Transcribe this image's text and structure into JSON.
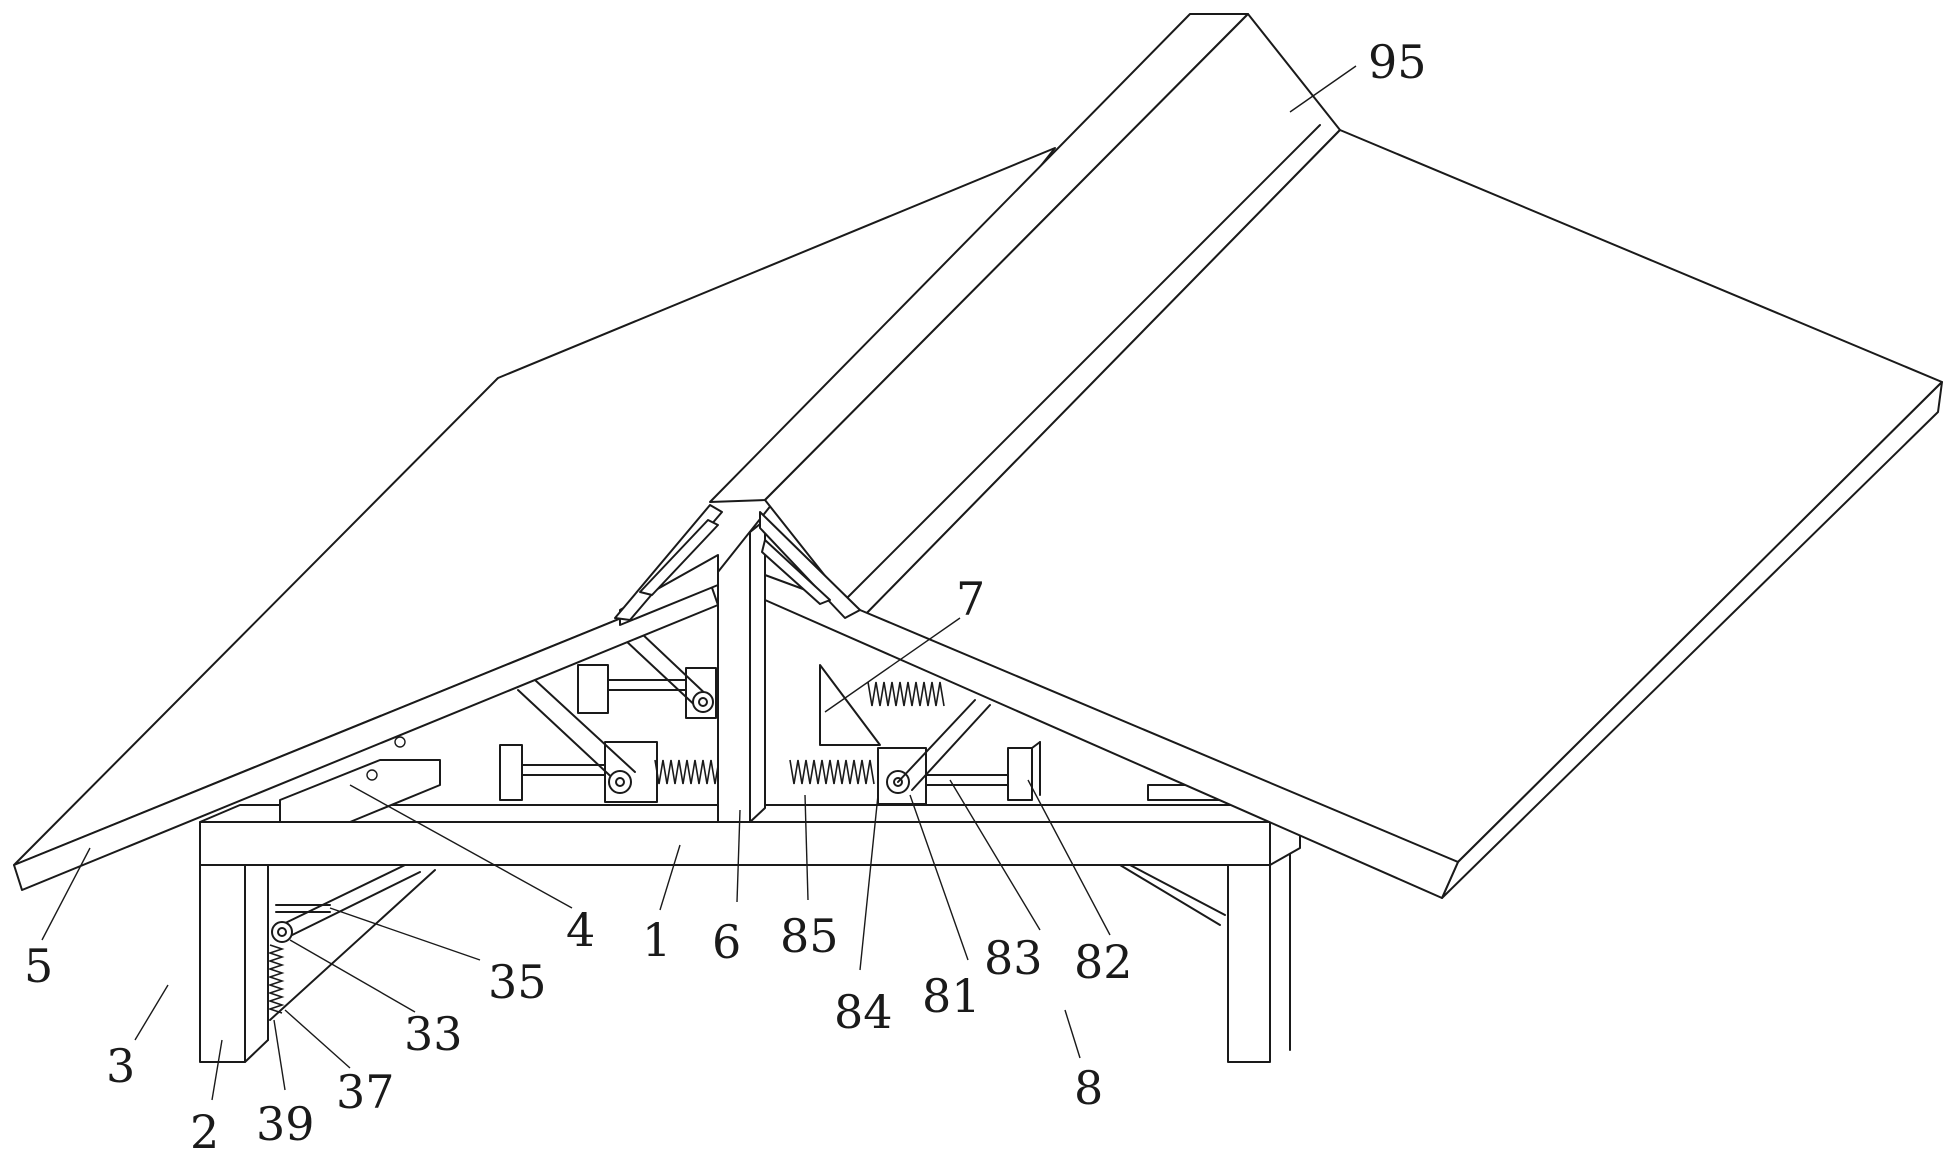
{
  "figure": {
    "labels": [
      {
        "id": "95",
        "text": "95"
      },
      {
        "id": "7",
        "text": "7"
      },
      {
        "id": "5",
        "text": "5"
      },
      {
        "id": "4",
        "text": "4"
      },
      {
        "id": "1",
        "text": "1"
      },
      {
        "id": "6",
        "text": "6"
      },
      {
        "id": "85",
        "text": "85"
      },
      {
        "id": "84",
        "text": "84"
      },
      {
        "id": "81",
        "text": "81"
      },
      {
        "id": "83",
        "text": "83"
      },
      {
        "id": "82",
        "text": "82"
      },
      {
        "id": "35",
        "text": "35"
      },
      {
        "id": "33",
        "text": "33"
      },
      {
        "id": "37",
        "text": "37"
      },
      {
        "id": "39",
        "text": "39"
      },
      {
        "id": "3",
        "text": "3"
      },
      {
        "id": "2",
        "text": "2"
      },
      {
        "id": "8",
        "text": "8"
      }
    ]
  }
}
